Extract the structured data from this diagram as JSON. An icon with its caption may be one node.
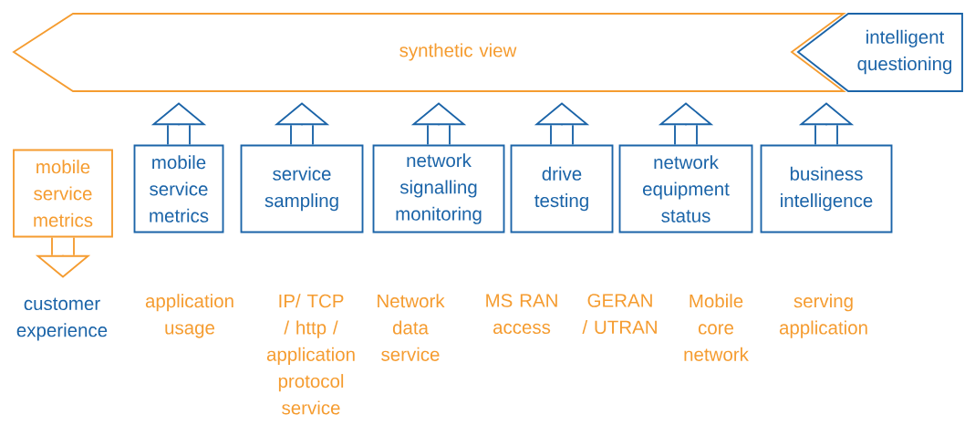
{
  "diagram": {
    "nodes": [
      {
        "text": [
          "synthetic view"
        ]
      },
      {
        "text": [
          "intelligent questioning"
        ]
      },
      {
        "text": [
          "mobile service metrics"
        ]
      },
      {
        "text": [
          "customer experience"
        ]
      },
      {
        "text": [
          "mobile service metrics"
        ]
      },
      {
        "text": [
          "service sampling"
        ]
      },
      {
        "text": [
          "network signalling monitoring"
        ]
      },
      {
        "text": [
          "drive testing"
        ]
      },
      {
        "text": [
          "network equipment status"
        ]
      },
      {
        "text": [
          "business intelligence"
        ]
      }
    ],
    "edges": [
      {
        "from": 2,
        "to": 3,
        "arrow": "to",
        "color": "#f59c30"
      },
      {
        "from": 4,
        "to": 0,
        "arrow": "to"
      },
      {
        "from": 5,
        "to": 0,
        "arrow": "to"
      },
      {
        "from": 6,
        "to": 0,
        "arrow": "to"
      },
      {
        "from": 7,
        "to": 0,
        "arrow": "to"
      },
      {
        "from": 8,
        "to": 0,
        "arrow": "to"
      },
      {
        "from": 9,
        "to": 0,
        "arrow": "to"
      }
    ],
    "labels": [
      "application usage",
      "IP/ TCP / http / application protocol service",
      "Network data service",
      "MS RAN access",
      "GERAN / UTRAN",
      "Mobile core network",
      "serving application"
    ]
  }
}
